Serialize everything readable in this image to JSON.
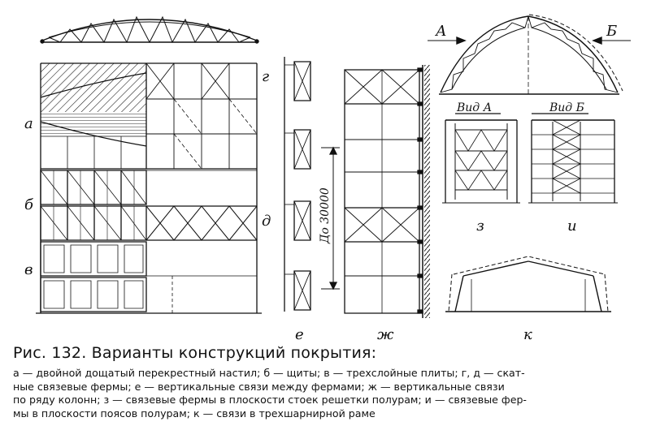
{
  "figure": {
    "panel_labels": {
      "a": "а",
      "b": "б",
      "v": "в",
      "g": "г",
      "d": "д",
      "e": "е",
      "zh": "ж",
      "z": "з",
      "i": "и",
      "k": "к"
    },
    "view_arrow_a": "А",
    "view_arrow_b": "Б",
    "view_a_title": "Вид А",
    "view_b_title": "Вид Б",
    "span_dimension": "До 30000"
  },
  "caption": {
    "title": "Рис. 132. Варианты конструкций покрытия:",
    "lines": [
      "а — двойной дощатый перекрестный настил; б — щиты; в — трехслойные плиты; г, д — скат-",
      "ные связевые фермы; е — вертикальные связи между фермами; ж — вертикальные связи",
      "по ряду колонн; з — связевые фермы в плоскости стоек решетки полурам; и — связевые фер-",
      "мы в плоскости поясов полурам; к — связи в трехшарнирной раме"
    ]
  }
}
